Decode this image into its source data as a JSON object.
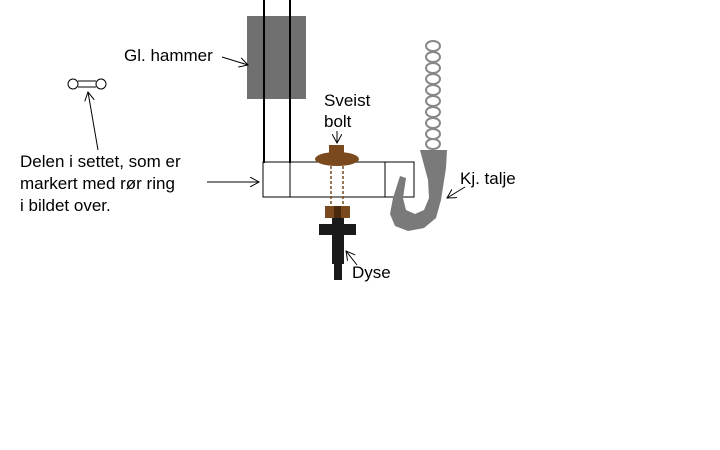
{
  "labels": {
    "hammer": "Gl. hammer",
    "bolt_line1": "Sveist",
    "bolt_line2": "bolt",
    "part_line1": "Delen i settet, som er",
    "part_line2": "markert med rør ring",
    "part_line3": "i bildet over.",
    "hoist": "Kj. talje",
    "nozzle": "Dyse"
  },
  "colors": {
    "background": "#ffffff",
    "line": "#000000",
    "hammer_gray": "#707070",
    "hook_gray": "#7a7a7a",
    "bolt_brown": "#7a4a1e",
    "nozzle_dark": "#1a1a1a"
  }
}
